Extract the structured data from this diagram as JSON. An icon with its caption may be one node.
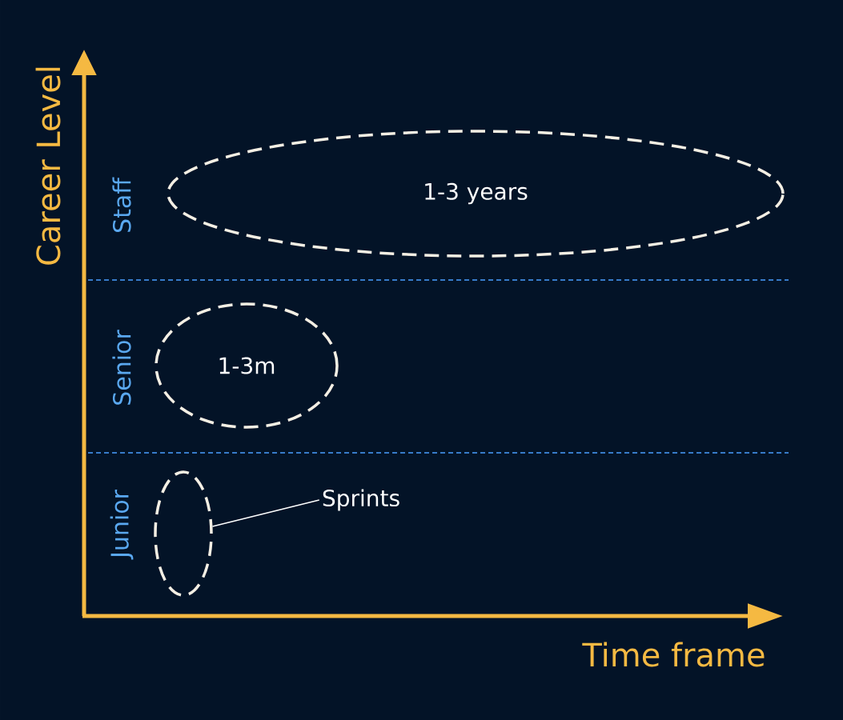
{
  "diagram": {
    "nodes": [
      {
        "text": [
          "1-3 years"
        ]
      },
      {
        "text": [
          "1-3m"
        ]
      },
      {
        "text": [],
        "shape": "ellipse"
      },
      {
        "text": [
          "Sprints"
        ]
      }
    ],
    "edges": [
      {
        "from": 3,
        "to": 2,
        "arrow": "none"
      }
    ],
    "labels": [
      "Career Level",
      "Staff",
      "Senior",
      "Junior",
      "Time frame"
    ]
  }
}
